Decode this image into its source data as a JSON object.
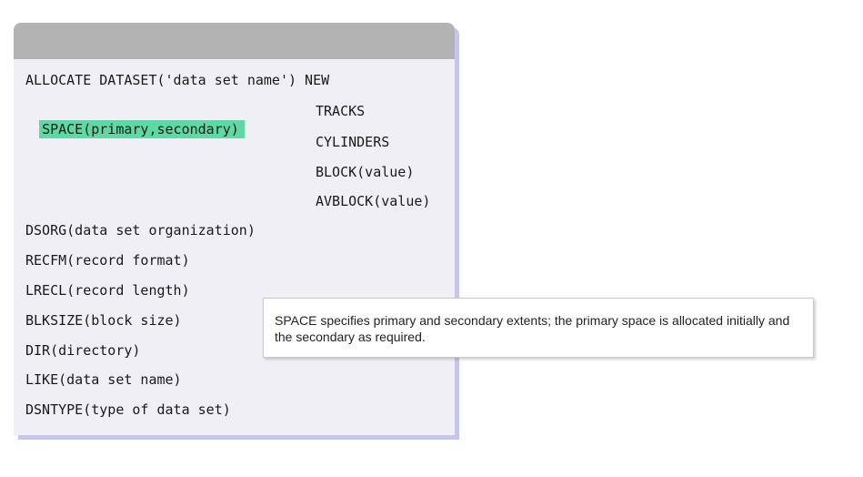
{
  "syntax": {
    "command": "ALLOCATE DATASET('data set name') NEW",
    "space": "SPACE(primary,secondary)",
    "units": [
      "TRACKS",
      "CYLINDERS",
      "BLOCK(value)",
      "AVBLOCK(value)"
    ],
    "params": [
      "DSORG(data set organization)",
      "RECFM(record format)",
      "LRECL(record length)",
      "BLKSIZE(block size)",
      "DIR(directory)",
      "LIKE(data set name)",
      "DSNTYPE(type of data set)"
    ]
  },
  "tooltip": {
    "text": "SPACE specifies primary and secondary extents; the primary space is allocated initially and the secondary as required."
  },
  "colors": {
    "highlight": "#5fd9a3",
    "panel": "#efeff5",
    "header": "#b3b3b3",
    "shadow": "#c4c6ea"
  }
}
